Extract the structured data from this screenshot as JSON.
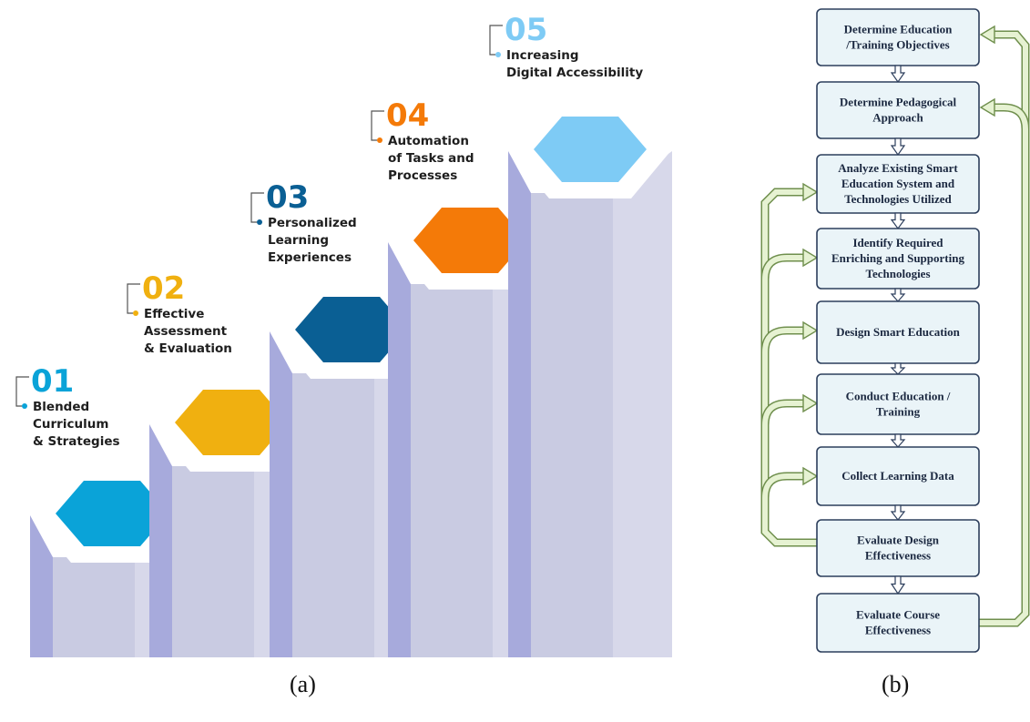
{
  "panel_a": {
    "caption": "(a)",
    "steps": [
      {
        "number": "01",
        "lines": [
          "Blended",
          "Curriculum",
          "& Strategies"
        ],
        "color": "#0aa3d8"
      },
      {
        "number": "02",
        "lines": [
          "Effective",
          "Assessment",
          "& Evaluation"
        ],
        "color": "#f0b010"
      },
      {
        "number": "03",
        "lines": [
          "Personalized",
          "Learning",
          "Experiences"
        ],
        "color": "#0a5f94"
      },
      {
        "number": "04",
        "lines": [
          "Automation",
          "of Tasks and",
          "Processes"
        ],
        "color": "#f47a08"
      },
      {
        "number": "05",
        "lines": [
          "Increasing",
          "Digital Accessibility"
        ],
        "color": "#7ecbf5"
      }
    ]
  },
  "panel_b": {
    "caption": "(b)",
    "boxes": [
      {
        "lines": [
          "Determine Education",
          "/Training Objectives"
        ]
      },
      {
        "lines": [
          "Determine Pedagogical",
          "Approach"
        ]
      },
      {
        "lines": [
          "Analyze Existing Smart",
          "Education System and",
          "Technologies Utilized"
        ]
      },
      {
        "lines": [
          "Identify Required",
          "Enriching and Supporting",
          "Technologies"
        ]
      },
      {
        "lines": [
          "Design Smart Education"
        ]
      },
      {
        "lines": [
          "Conduct Education /",
          "Training"
        ]
      },
      {
        "lines": [
          "Collect Learning Data"
        ]
      },
      {
        "lines": [
          "Evaluate Design",
          "Effectiveness"
        ]
      },
      {
        "lines": [
          "Evaluate Course",
          "Effectiveness"
        ]
      }
    ],
    "colors": {
      "box_fill": "#eaf4f8",
      "box_stroke": "#2c3e5c",
      "feedback_fill": "#e6f2d2",
      "feedback_stroke": "#6f8f4d"
    }
  }
}
